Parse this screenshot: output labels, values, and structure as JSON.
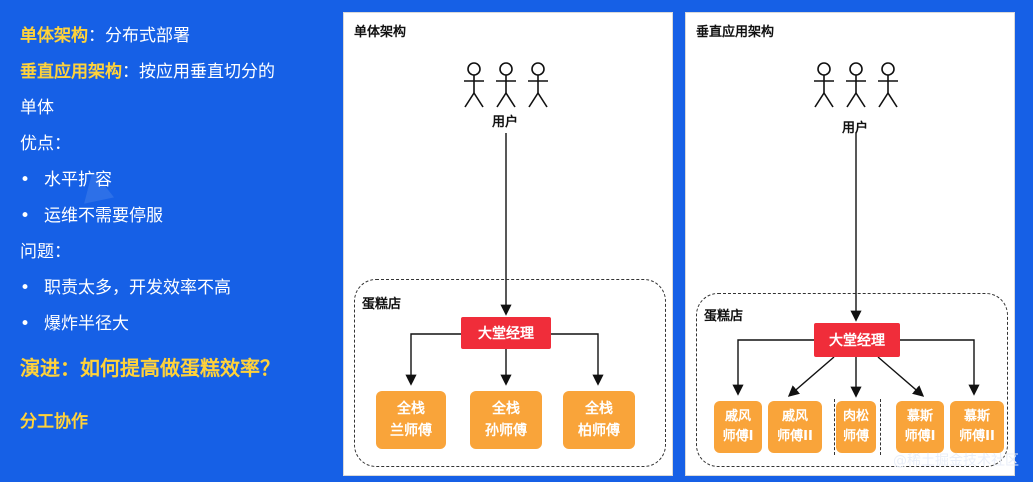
{
  "left": {
    "line1_hl": "单体架构",
    "line1_rest": "：分布式部署",
    "line2_hl": "垂直应用架构",
    "line2_rest": "：按应用垂直切分的",
    "line3": "单体",
    "pros_title": "优点：",
    "pros": [
      "水平扩容",
      "运维不需要停服"
    ],
    "cons_title": "问题：",
    "cons": [
      "职责太多，开发效率不高",
      "爆炸半径大"
    ],
    "evolve": "演进：如何提高做蛋糕效率？",
    "division": "分工协作"
  },
  "panel1": {
    "title": "单体架构",
    "users_label": "用户",
    "shop_label": "蛋糕店",
    "manager": "大堂经理",
    "chefs": [
      {
        "l1": "全栈",
        "l2": "兰师傅"
      },
      {
        "l1": "全栈",
        "l2": "孙师傅"
      },
      {
        "l1": "全栈",
        "l2": "柏师傅"
      }
    ]
  },
  "panel2": {
    "title": "垂直应用架构",
    "users_label": "用户",
    "shop_label": "蛋糕店",
    "manager": "大堂经理",
    "chefs": [
      {
        "l1": "戚风",
        "l2": "师傅I"
      },
      {
        "l1": "戚风",
        "l2": "师傅II"
      },
      {
        "l1": "肉松",
        "l2": "师傅"
      },
      {
        "l1": "慕斯",
        "l2": "师傅I"
      },
      {
        "l1": "慕斯",
        "l2": "师傅II"
      }
    ]
  },
  "watermark": "@稀土掘金技术社区",
  "colors": {
    "background": "#1660e6",
    "highlight": "#ffd23a",
    "manager": "#f02d3a",
    "chef": "#f9a43a"
  }
}
